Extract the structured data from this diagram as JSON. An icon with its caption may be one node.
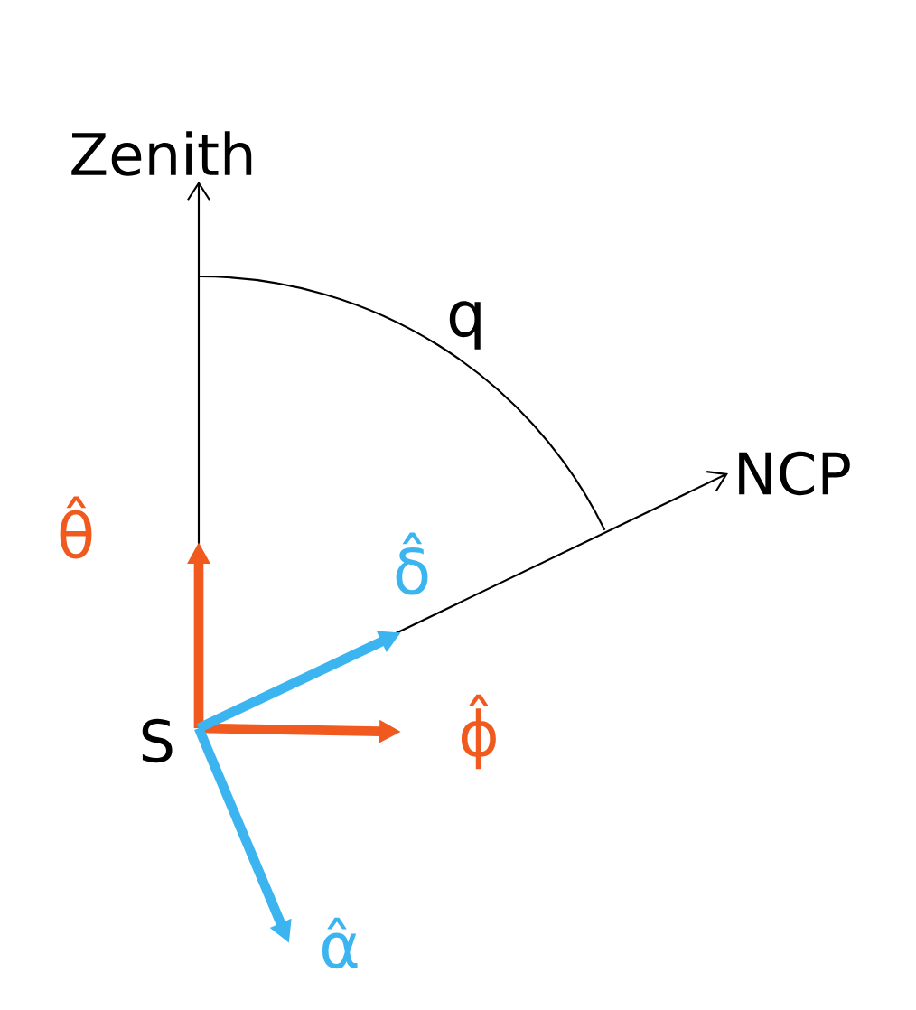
{
  "diagram": {
    "nodes": [
      {
        "text": [
          "S"
        ]
      },
      {
        "text": [
          "Zenith"
        ]
      },
      {
        "text": [
          "NCP"
        ]
      }
    ],
    "edges": [
      {
        "from": 0,
        "to": 1,
        "arrow": "to"
      },
      {
        "from": 0,
        "to": 2,
        "arrow": "to"
      },
      {
        "from": 0,
        "to": null,
        "arrow": "to",
        "label": "θ̂",
        "color": "#f05a1e"
      },
      {
        "from": 0,
        "to": null,
        "arrow": "to",
        "label": "ϕ̂",
        "color": "#f05a1e"
      },
      {
        "from": 0,
        "to": null,
        "arrow": "to",
        "label": "δ̂",
        "color": "#3cb4f0"
      },
      {
        "from": 0,
        "to": null,
        "arrow": "to",
        "label": "α̂",
        "color": "#3cb4f0"
      }
    ],
    "labels": [
      "q"
    ]
  }
}
